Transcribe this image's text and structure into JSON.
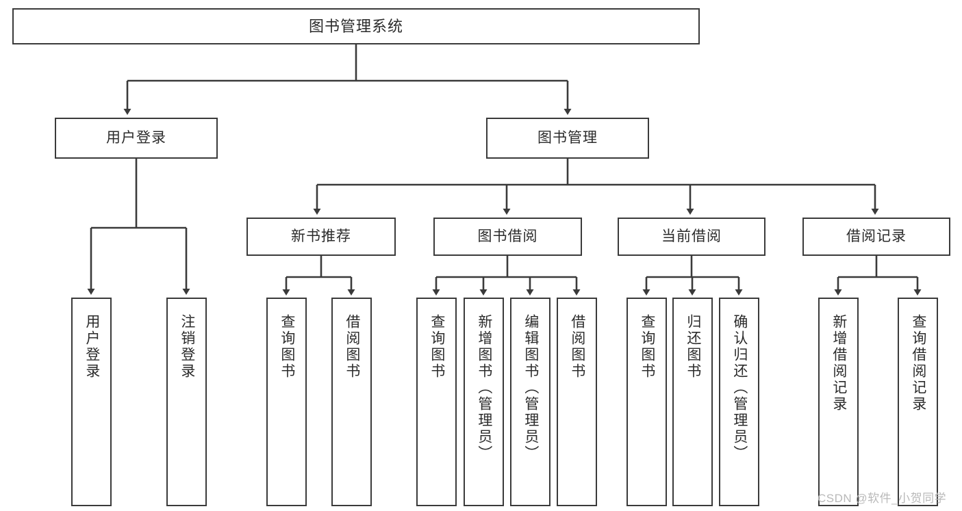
{
  "diagram": {
    "type": "tree-hierarchy",
    "title": "图书管理系统",
    "orientation": "top-down",
    "colors": {
      "box_border": "#3a3a3a",
      "box_fill": "#ffffff",
      "connector": "#3a3a3a",
      "text": "#2b2b2b",
      "watermark": "#b9b9b9"
    },
    "root": {
      "label": "图书管理系统"
    },
    "level2": [
      {
        "label": "用户登录"
      },
      {
        "label": "图书管理"
      }
    ],
    "level3": [
      {
        "label": "新书推荐"
      },
      {
        "label": "图书借阅"
      },
      {
        "label": "当前借阅"
      },
      {
        "label": "借阅记录"
      }
    ],
    "leaves": {
      "user_login": [
        {
          "label": "用户登录"
        },
        {
          "label": "注销登录"
        }
      ],
      "new_book_recommend": [
        {
          "label": "查询图书"
        },
        {
          "label": "借阅图书"
        }
      ],
      "book_borrow": [
        {
          "label": "查询图书"
        },
        {
          "label": "新增图书（管理员）"
        },
        {
          "label": "编辑图书（管理员）"
        },
        {
          "label": "借阅图书"
        }
      ],
      "current_borrow": [
        {
          "label": "查询图书"
        },
        {
          "label": "归还图书"
        },
        {
          "label": "确认归还（管理员）"
        }
      ],
      "borrow_record": [
        {
          "label": "新增借阅记录"
        },
        {
          "label": "查询借阅记录"
        }
      ]
    }
  },
  "watermark": {
    "text": "CSDN @软件_小贺同学"
  }
}
